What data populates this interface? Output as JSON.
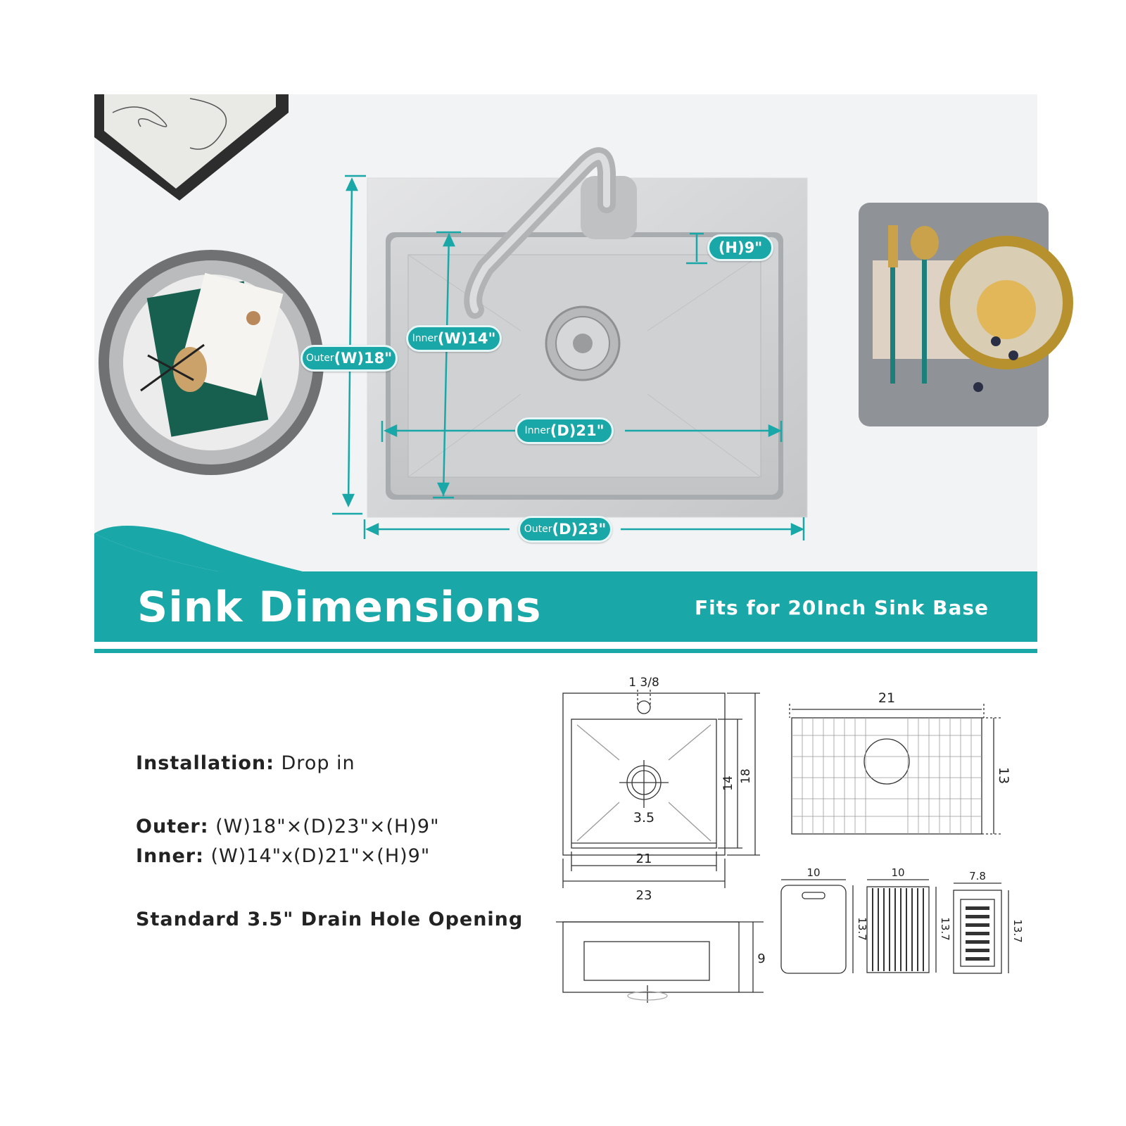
{
  "photo": {
    "outer_width_label": {
      "prefix": "Outer",
      "value": "(W)18\""
    },
    "inner_width_label": {
      "prefix": "Inner",
      "value": "(W)14\""
    },
    "height_label": {
      "value": "(H)9\""
    },
    "inner_depth_label": {
      "prefix": "Inner",
      "value": "(D)21\""
    },
    "outer_depth_label": {
      "prefix": "Outer",
      "value": "(D)23\""
    }
  },
  "banner": {
    "title": "Sink Dimensions",
    "subtitle": "Fits for 20Inch Sink Base"
  },
  "specs": {
    "installation_label": "Installation:",
    "installation_value": " Drop in",
    "outer_label": "Outer:",
    "outer_value": " (W)18\"×(D)23\"×(H)9\"",
    "inner_label": "Inner:",
    "inner_value": " (W)14\"x(D)21\"×(H)9\"",
    "drain_note": "Standard 3.5\" Drain Hole Opening"
  },
  "drawing": {
    "faucet_hole": "1 3/8",
    "drain": "3.5",
    "inner_width": "14",
    "outer_width": "18",
    "inner_depth": "21",
    "outer_depth": "23",
    "height": "9",
    "grid_length": "21",
    "grid_width": "13",
    "board_width": "10",
    "board_length": "13.7",
    "rack_width": "10",
    "rack_length": "13.7",
    "colander_width": "7.8",
    "colander_length": "13.7"
  },
  "colors": {
    "accent": "#1aa7a7",
    "steel": "#c9cbcd",
    "counter": "#f2f3f4"
  }
}
